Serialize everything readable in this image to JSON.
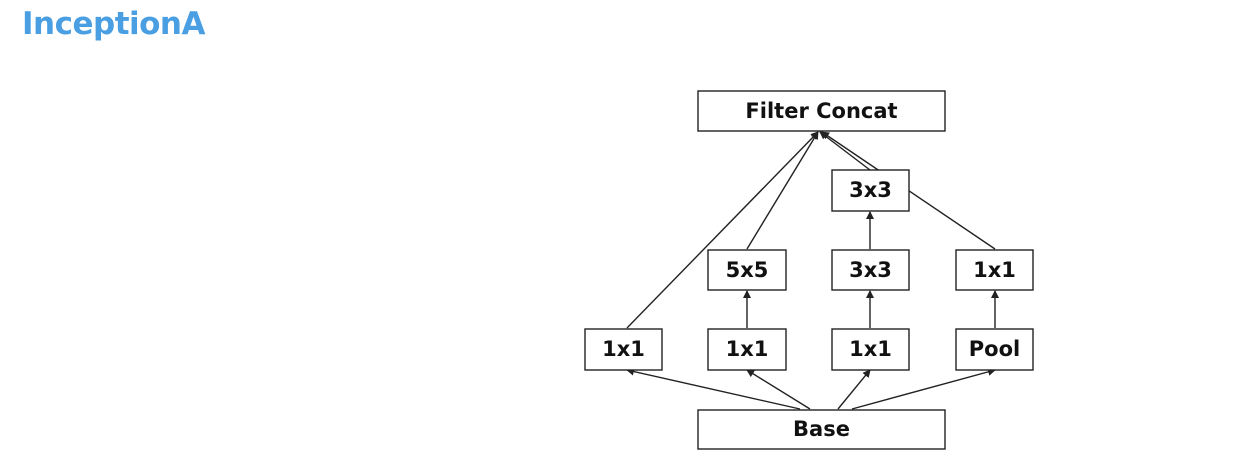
{
  "title": "InceptionA",
  "colors": {
    "title": "#4a9fe3",
    "node_border": "#222222",
    "node_text": "#111111",
    "edge": "#222222"
  },
  "nodes": {
    "filter_concat": "Filter Concat",
    "conv3x3_top": "3x3",
    "conv5x5": "5x5",
    "conv3x3_mid": "3x3",
    "conv1x1_pool": "1x1",
    "conv1x1_a": "1x1",
    "conv1x1_b": "1x1",
    "conv1x1_c": "1x1",
    "pool": "Pool",
    "base": "Base"
  }
}
